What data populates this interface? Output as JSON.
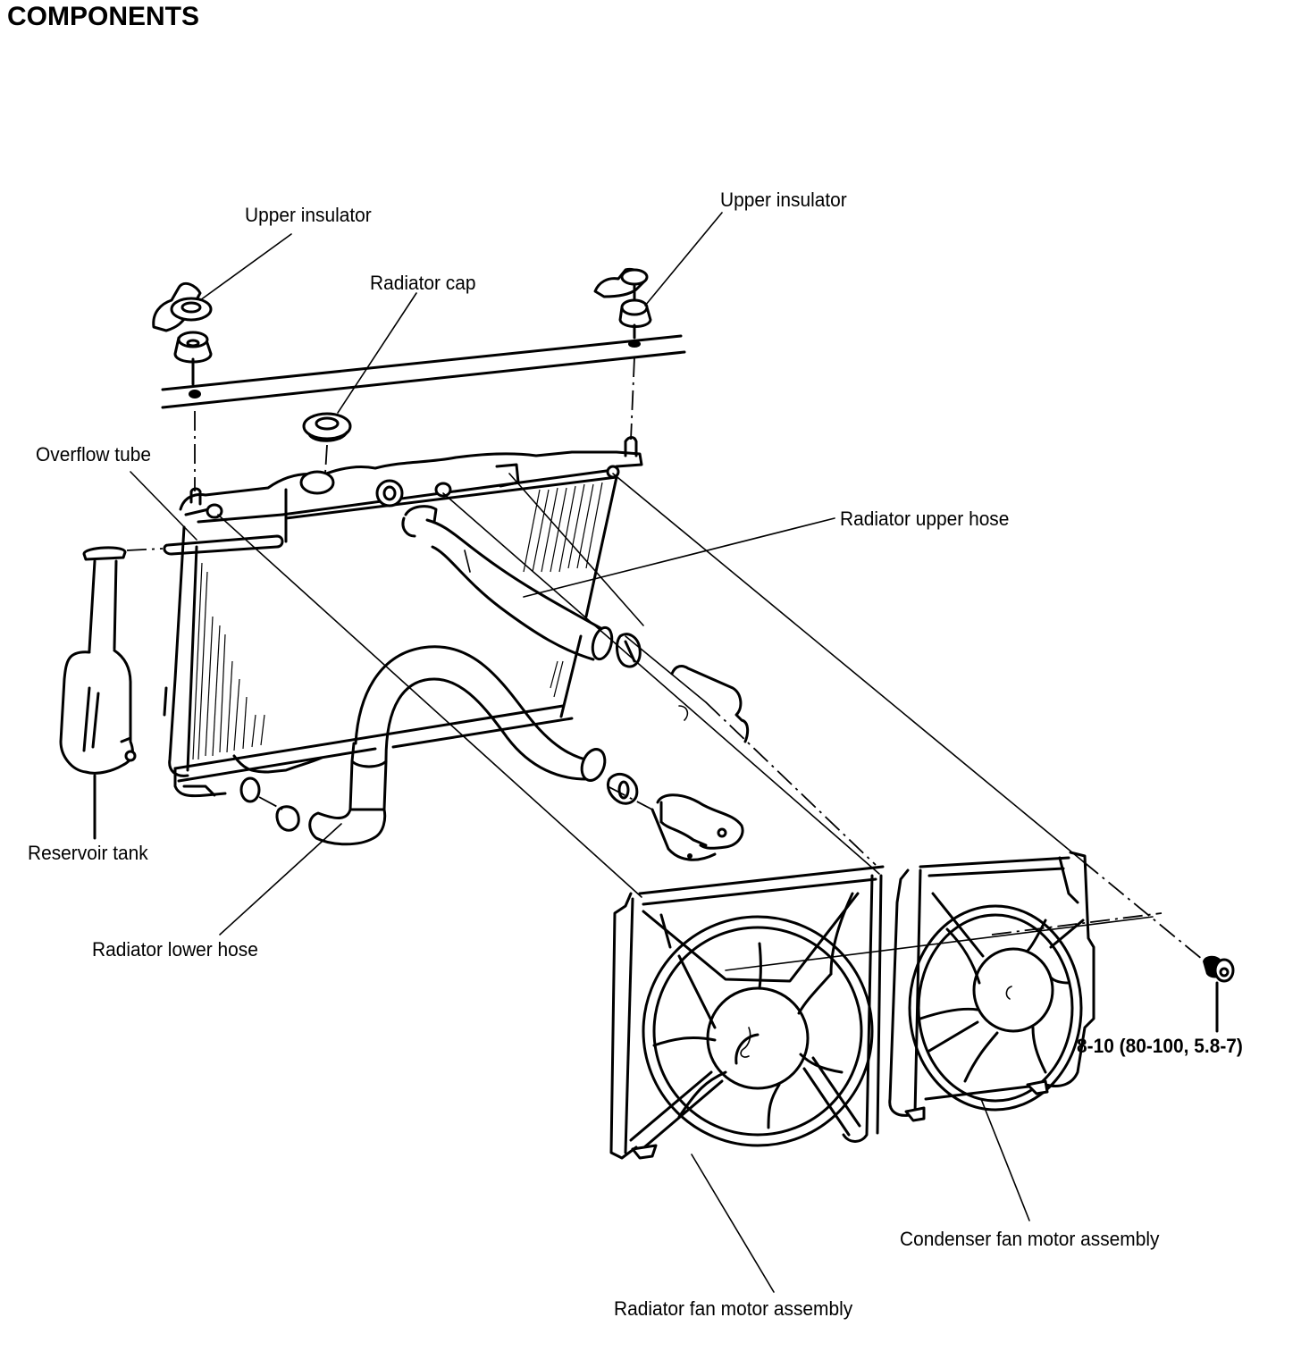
{
  "page": {
    "title": "COMPONENTS"
  },
  "diagram": {
    "subject": "Radiator and cooling fan components (exploded view)",
    "labels": {
      "upper_insulator_left": "Upper insulator",
      "upper_insulator_right": "Upper insulator",
      "radiator_cap": "Radiator cap",
      "overflow_tube": "Overflow tube",
      "radiator_upper_hose": "Radiator upper hose",
      "reservoir_tank": "Reservoir tank",
      "radiator_lower_hose": "Radiator lower hose",
      "torque_spec": "8-10 (80-100, 5.8-7)",
      "condenser_fan_motor_assembly": "Condenser fan motor assembly",
      "radiator_fan_motor_assembly": "Radiator fan motor assembly"
    },
    "parts": [
      "upper-insulator-left",
      "upper-insulator-right",
      "radiator-cap",
      "radiator",
      "overflow-tube",
      "reservoir-tank",
      "radiator-upper-hose",
      "radiator-lower-hose",
      "hose-clamps",
      "water-outlet-fitting",
      "radiator-fan-motor-assembly",
      "condenser-fan-motor-assembly",
      "mounting-bolt"
    ]
  }
}
